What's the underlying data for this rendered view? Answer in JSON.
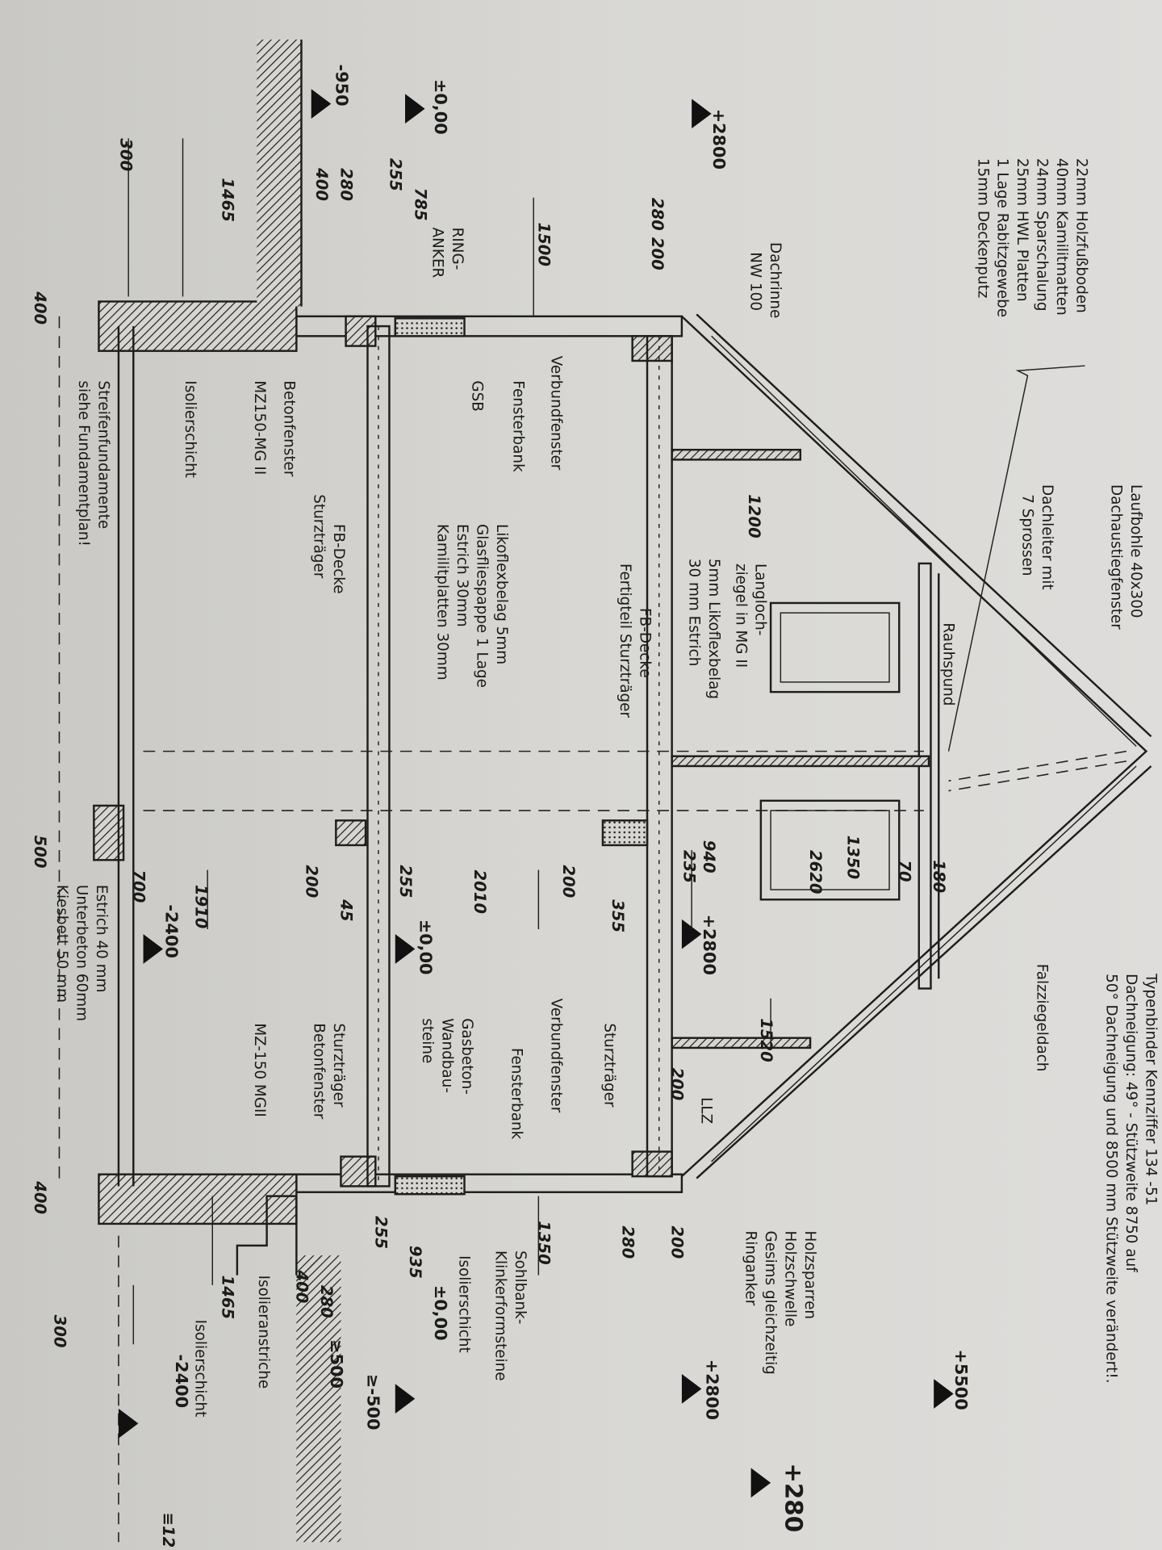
{
  "roof_layers": [
    "22mm Holzfußboden",
    "40mm Kamilitmatten",
    "24mm Sparschalung",
    "25mm HWL Platten",
    "1 Lage Rabitzgewebe",
    "15mm Deckenputz"
  ],
  "top": {
    "laufbohle": "Laufbohle 40x300",
    "dachaustieg": "Dachaustiegfenster",
    "dachleiter1": "Dachleiter mit",
    "dachleiter2": "7 Sprossen",
    "rauhspund": "Rauhspund"
  },
  "typenbinder": {
    "l1": "Typenbinder Kennziffer 134 -51",
    "l2": "Dachneigung: 49° - Stützweite 8750 auf",
    "l3": "50° Dachneigung und 8500 mm Stützweite verändert!.",
    "falz": "Falzziegeldach"
  },
  "left": {
    "dachrinne1": "Dachrinne",
    "dachrinne2": "NW 100",
    "langloch1": "Langloch-",
    "langloch2": "ziegel in MG II",
    "liko1": "5mm Likoflexbelag",
    "liko2": "30 mm Estrich",
    "fb1": "FB-Decke",
    "fb2": "Fertigteil Sturzträger",
    "verbund": "Verbundfenster",
    "fensterbank": "Fensterbank",
    "gsb": "GSB",
    "ring1": "RING-",
    "ring2": "ANKER",
    "floor1": "Likoflexbelag 5mm",
    "floor2": "Glasfliespappe 1 Lage",
    "floor3": "Estrich 30mm",
    "floor4": "Kamilitplatten 30mm",
    "fbd": "FB-Decke",
    "sturz": "Sturzträger",
    "beton": "Betonfenster",
    "mz": "MZ150-MG II",
    "iso": "Isolierschicht",
    "streifen1": "Streifenfundamente",
    "streifen2": "siehe Fundamentplan!"
  },
  "right": {
    "holzsparren": "Holzsparren",
    "holzschwelle": "Holzschwelle",
    "gesims": "Gesims gleichzeitig",
    "ringanker": "Ringanker",
    "sturz1": "Sturzträger",
    "verbund": "Verbundfenster",
    "fensterbank": "Fensterbank",
    "gas1": "Gasbeton-",
    "gas2": "Wandbau-",
    "gas3": "steine",
    "sturz2": "Sturzträger",
    "beton": "Betonfenster",
    "mz": "MZ-150 MGII",
    "estrich": "Estrich 40 mm",
    "unterbeton": "Unterbeton 60mm",
    "kies": "Kiesbett 50 mm",
    "sohl1": "Sohlbank-",
    "sohl2": "Klinkerformsteine",
    "iso1": "Isolierschicht",
    "iso_lvl": "±0,00",
    "isoanstrich": "Isolieranstriche",
    "iso2": "Isolierschicht",
    "iso2_lvl": "-2400",
    "llz": "LLZ"
  },
  "levels": {
    "l2800a": "+2800",
    "l000a": "±0,00",
    "l950": "-950",
    "l2800b": "+2800",
    "l000b": "±0,00",
    "l2400": "-2400",
    "l5500": "+5500",
    "l2800c": "+2800",
    "l280": "+280",
    "ge500": "≥-500",
    "ge500b": "≥500"
  },
  "dims": {
    "d1500": "1500",
    "d1465a": "1465",
    "d300a": "300",
    "d280a": "280",
    "d200a": "200",
    "d255a": "255",
    "d785": "785",
    "d400a": "400",
    "d280b": "280",
    "d400b": "400",
    "d1200": "1200",
    "d940": "940",
    "d235": "235",
    "d1350a": "1350",
    "d2620": "2620",
    "d70": "70",
    "d180": "180",
    "d200b": "200",
    "d255b": "255",
    "d2010": "2010",
    "d200c": "200",
    "d355": "355",
    "d1910": "1910",
    "d700": "700",
    "d500": "500",
    "d45": "45",
    "d1520": "1520",
    "d200d": "200",
    "d400c": "400",
    "d1350b": "1350",
    "d200e": "200",
    "d280c": "280",
    "d255c": "255",
    "d935": "935",
    "d1465b": "1465",
    "d400d": "400",
    "d280d": "280",
    "d300b": "300",
    "d12": "≡12"
  }
}
